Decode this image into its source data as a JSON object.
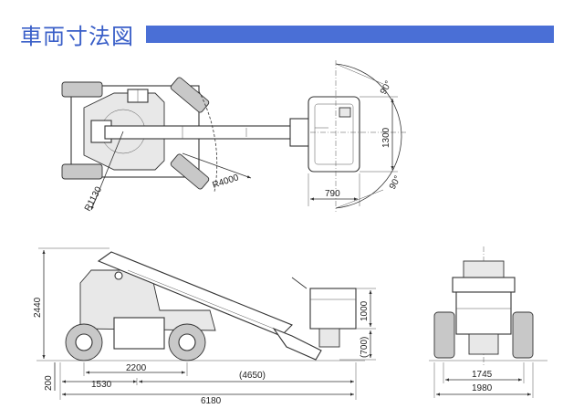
{
  "title": "車両寸法図",
  "accent_color": "#4a6fd6",
  "top_view": {
    "turning_radius_outer": "R4000",
    "turning_radius_inner": "R1130",
    "platform_width": "1300",
    "platform_depth": "790",
    "rotation_angle_top": "90°",
    "rotation_angle_bottom": "90°"
  },
  "side_view": {
    "overall_height": "2440",
    "ground_clearance": "200",
    "wheelbase": "2200",
    "rear_to_axle": "1530",
    "boom_overhang": "(4650)",
    "overall_length": "6180",
    "platform_height": "1000",
    "jib_height": "(700)"
  },
  "rear_view": {
    "track_width": "1745",
    "overall_width": "1980"
  }
}
